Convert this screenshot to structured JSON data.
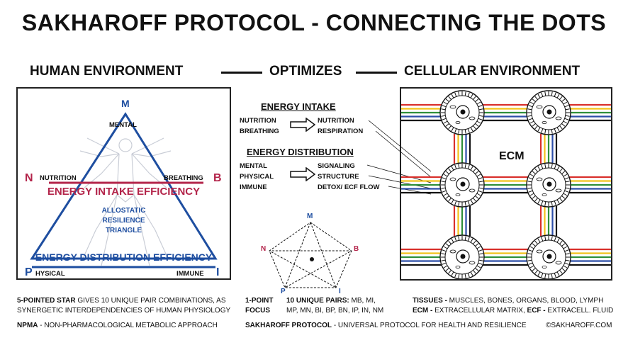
{
  "title": "SAKHAROFF PROTOCOL - CONNECTING THE DOTS",
  "headers": {
    "left": "HUMAN ENVIRONMENT",
    "middle": "OPTIMIZES",
    "right": "CELLULAR ENVIRONMENT"
  },
  "triangle": {
    "m_letter": "M",
    "m_label": "MENTAL",
    "n_letter": "N",
    "n_label": "NUTRITION",
    "b_letter": "B",
    "b_label": "BREATHING",
    "p_letter": "P",
    "p_label": "HYSICAL",
    "i_letter": "I",
    "i_label": "IMMUNE",
    "intake": "ENERGY INTAKE EFFICIENCY",
    "distribution": "ENERGY DISTRIBUTION EFFICIENCY",
    "center_1": "ALLOSTATIC",
    "center_2": "RESILIENCE",
    "center_3": "TRIANGLE"
  },
  "middle": {
    "intake_title": "ENERGY INTAKE",
    "intake_left": [
      "NUTRITION",
      "BREATHING"
    ],
    "intake_right": [
      "NUTRITION",
      "RESPIRATION"
    ],
    "dist_title": "ENERGY DISTRIBUTION",
    "dist_left": [
      "MENTAL",
      "PHYSICAL",
      "IMMUNE"
    ],
    "dist_right": [
      "SIGNALING",
      "STRUCTURE",
      "DETOX/ ECF FLOW"
    ],
    "star_labels": {
      "m": "M",
      "n": "N",
      "b": "B",
      "p": "P",
      "i": "I"
    }
  },
  "cells": {
    "ecm_label": "ECM",
    "stripe_colors": [
      "#d9302c",
      "#f2c21b",
      "#2f8f3a",
      "#2c4ea8",
      "#111111"
    ]
  },
  "footer": {
    "star_bold": "5-POINTED STAR",
    "star_text": " GIVES 10 UNIQUE PAIR COMBINATIONS, AS",
    "star_line2": "SYNERGETIC INTERDEPENDENCIES OF HUMAN PHYSIOLOGY",
    "npma_bold": "NPMA",
    "npma_text": " - NON-PHARMACOLOGICAL METABOLIC APPROACH",
    "focus_1": "1-POINT",
    "focus_2": "FOCUS",
    "pairs_bold": "10 UNIQUE PAIRS:",
    "pairs_text": " MB, MI,",
    "pairs_line2": "MP, MN, BI, BP, BN, IP, IN, NM",
    "protocol_bold": "SAKHAROFF PROTOCOL",
    "protocol_text": " - UNIVERSAL PROTOCOL FOR HEALTH AND RESILIENCE",
    "tissues_bold": "TISSUES -",
    "tissues_text": " MUSCLES, BONES, ORGANS, BLOOD, LYMPH",
    "ecm_bold": "ECM -",
    "ecm_text": " EXTRACELLULAR MATRIX, ",
    "ecf_bold": "ECF -",
    "ecf_text": " EXTRACELL. FLUID",
    "copyright": "©SAKHAROFF.COM"
  }
}
